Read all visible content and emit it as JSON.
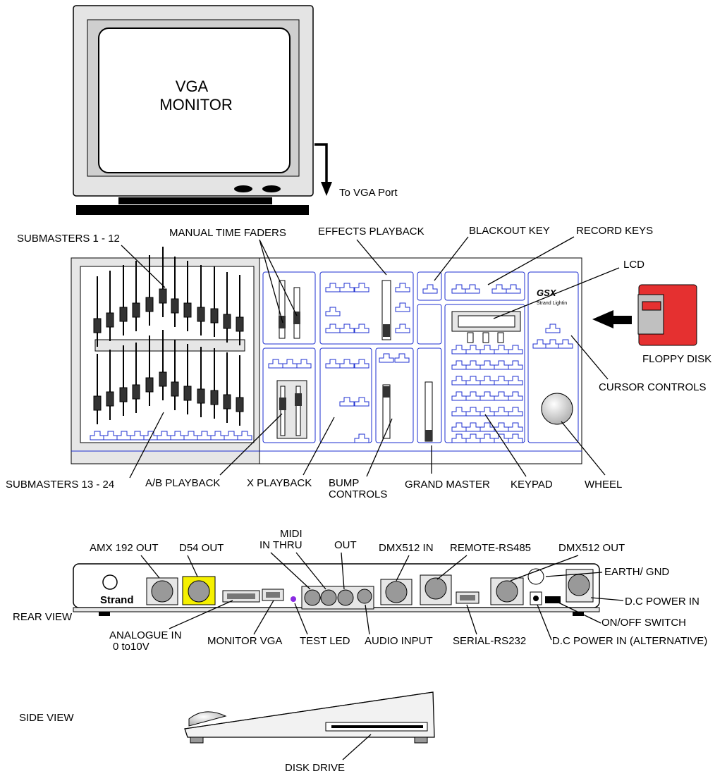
{
  "monitor": {
    "line1": "VGA",
    "line2": "MONITOR",
    "port_label": "To VGA Port"
  },
  "front_labels": {
    "submasters_1_12": "SUBMASTERS 1 - 12",
    "manual_time_faders": "MANUAL TIME FADERS",
    "effects_playback": "EFFECTS PLAYBACK",
    "blackout_key": "BLACKOUT KEY",
    "record_keys": "RECORD KEYS",
    "lcd": "LCD",
    "floppy_disk": "FLOPPY DISK",
    "cursor_controls": "CURSOR CONTROLS",
    "submasters_13_24": "SUBMASTERS  13 - 24",
    "ab_playback": "A/B PLAYBACK",
    "x_playback": "X PLAYBACK",
    "bump_controls_1": "BUMP",
    "bump_controls_2": "CONTROLS",
    "grand_master": "GRAND MASTER",
    "keypad": "KEYPAD",
    "wheel": "WHEEL"
  },
  "console_brand": {
    "model": "GSX",
    "maker": "Strand Lightin"
  },
  "rear_labels": {
    "rear_view": "REAR VIEW",
    "amx_out": "AMX 192 OUT",
    "d54_out": "D54  OUT",
    "midi": "MIDI",
    "midi_in_thru": "IN THRU",
    "midi_out": "OUT",
    "dmx_in": "DMX512 IN",
    "remote": "REMOTE-RS485",
    "dmx_out": "DMX512  OUT",
    "earth": "EARTH/ GND",
    "dc_power_in": "D.C POWER IN",
    "on_off": "ON/OFF SWITCH",
    "dc_power_alt": "D.C POWER IN (ALTERNATIVE)",
    "analogue_in_1": "ANALOGUE IN",
    "analogue_in_2": "0 to10V",
    "monitor_vga": "MONITOR VGA",
    "test_led": "TEST LED",
    "audio_input": "AUDIO INPUT",
    "serial": "SERIAL-RS232",
    "strand_logo": "Strand"
  },
  "side_labels": {
    "side_view": "SIDE VIEW",
    "disk_drive": "DISK DRIVE"
  },
  "colors": {
    "button_blue": "#1d2fd0",
    "floppy_red": "#e53030",
    "d54_yellow": "#f5f000",
    "test_led_purple": "#8a2be2",
    "panel_grey": "#e6e6e6"
  }
}
